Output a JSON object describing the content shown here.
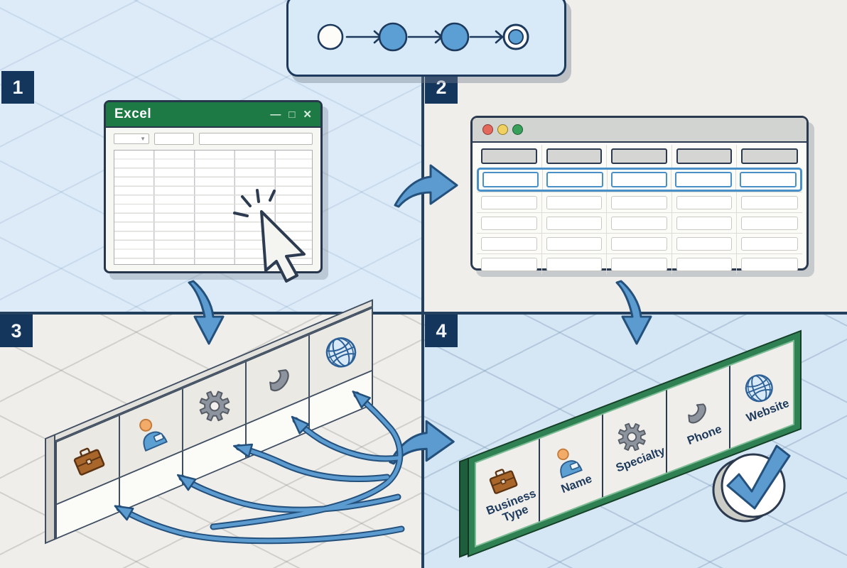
{
  "quadrants": [
    {
      "badge": "1"
    },
    {
      "badge": "2"
    },
    {
      "badge": "3"
    },
    {
      "badge": "4"
    }
  ],
  "process_stepper": {
    "steps": [
      {
        "state": "pending"
      },
      {
        "state": "complete"
      },
      {
        "state": "complete"
      },
      {
        "state": "current"
      }
    ]
  },
  "excel_window": {
    "title": "Excel",
    "controls": {
      "minimize": "—",
      "maximize": "□",
      "close": "✕"
    },
    "toolbar": {
      "dropdown_caret": "▼"
    },
    "grid": {
      "columns": 5,
      "rows": 13
    }
  },
  "data_window": {
    "traffic_lights": [
      "close",
      "minimize",
      "zoom"
    ],
    "table": {
      "columns": 5,
      "rows": 6,
      "header_row_index": 0,
      "highlighted_row_index": 1
    }
  },
  "source_strip": {
    "icons": [
      "briefcase",
      "person",
      "gear",
      "phone",
      "globe"
    ]
  },
  "target_strip": {
    "columns": [
      {
        "icon": "briefcase",
        "label": "Business Type"
      },
      {
        "icon": "person",
        "label": "Name"
      },
      {
        "icon": "gear",
        "label": "Specialty"
      },
      {
        "icon": "phone",
        "label": "Phone"
      },
      {
        "icon": "globe",
        "label": "Website"
      }
    ]
  },
  "colors": {
    "navy": "#24405f",
    "badge_navy": "#14355c",
    "excel_green": "#1d7a45",
    "frame_green": "#2f8153",
    "step_blue": "#5b9fd4",
    "arrow_blue": "#5b9bd0",
    "highlight_blue": "#4a90c8",
    "bg_blue": "#dcebf7",
    "bg_gray": "#efeeeb"
  }
}
